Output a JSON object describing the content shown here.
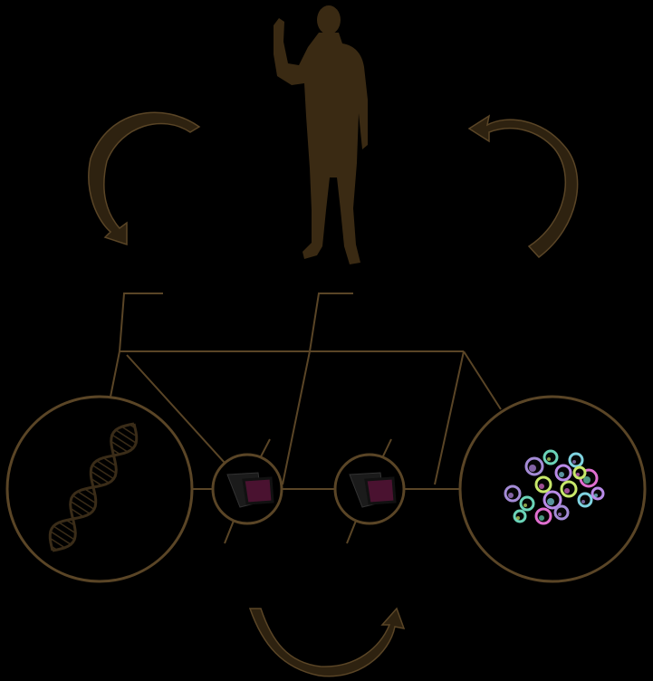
{
  "diagram": {
    "background": "#000000",
    "colors": {
      "silhouette": "#3a2a13",
      "line": "#5a4526",
      "arrow": "#2e2210",
      "arrow_edge": "#5a4526",
      "dna": "#3a2c18",
      "screen": "#4a1230",
      "device": "#1b1b1b",
      "cell_colors": [
        "#a48bd6",
        "#6bd4b8",
        "#b98be8",
        "#c8e86a",
        "#7fd3e0",
        "#e06fd0"
      ]
    },
    "nodes": [
      {
        "id": "human",
        "icon": "human-silhouette-icon"
      },
      {
        "id": "dna",
        "icon": "dna-helix-icon"
      },
      {
        "id": "device-1",
        "icon": "vr-headset-icon"
      },
      {
        "id": "device-2",
        "icon": "vr-headset-icon"
      },
      {
        "id": "cells",
        "icon": "cell-cluster-icon"
      }
    ],
    "arrows": [
      {
        "id": "arrow-top-left",
        "direction": "counterclockwise"
      },
      {
        "id": "arrow-top-right",
        "direction": "clockwise"
      },
      {
        "id": "arrow-bottom",
        "direction": "left-to-right"
      }
    ]
  }
}
